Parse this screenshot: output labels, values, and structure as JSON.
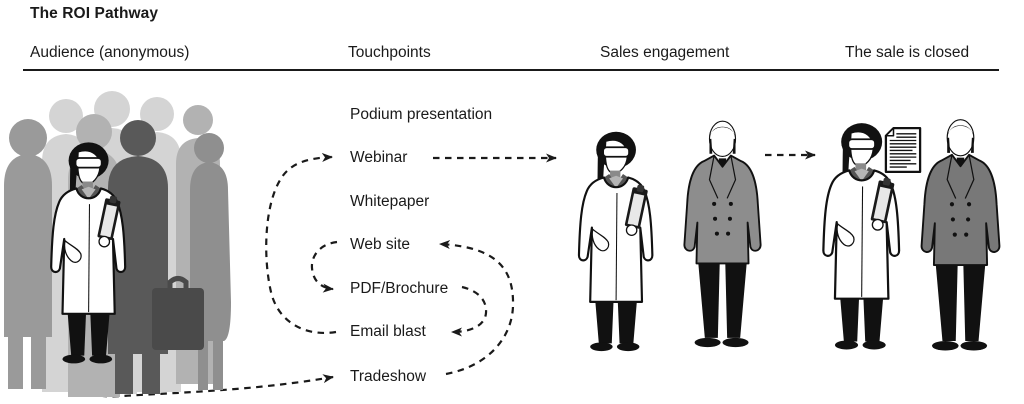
{
  "title": "The ROI Pathway",
  "columns": [
    {
      "label": "Audience (anonymous)"
    },
    {
      "label": "Touchpoints"
    },
    {
      "label": "Sales engagement"
    },
    {
      "label": "The sale is closed"
    }
  ],
  "touchpoints": {
    "items": [
      "Podium presentation",
      "Webinar",
      "Whitepaper",
      "Web site",
      "PDF/Brochure",
      "Email blast",
      "Tradeshow"
    ]
  },
  "flow": {
    "style": "dashed-arrow-path",
    "sequence": [
      "Audience (anonymous)",
      "Tradeshow",
      "Web site",
      "PDF/Brochure",
      "Email blast",
      "Webinar",
      "Sales engagement",
      "The sale is closed"
    ]
  },
  "figures": {
    "audience": "crowd-of-anonymous-gray-silhouettes-with-scientist-in-front",
    "sales_engagement": [
      "scientist-with-clipboard",
      "businessman-in-gray-suit"
    ],
    "sale_closed": [
      "scientist-with-clipboard",
      "signed-document",
      "businessman-in-dark-suit"
    ]
  },
  "colors": {
    "text": "#1a1a1a",
    "line": "#1a1a1a",
    "suit_sales": "#8d8d8d",
    "suit_closed": "#787878",
    "crowd_light": "#d4d4d4",
    "crowd_mid": "#b2b2b2",
    "crowd_gray": "#9a9a9a",
    "crowd_dark": "#595959"
  }
}
